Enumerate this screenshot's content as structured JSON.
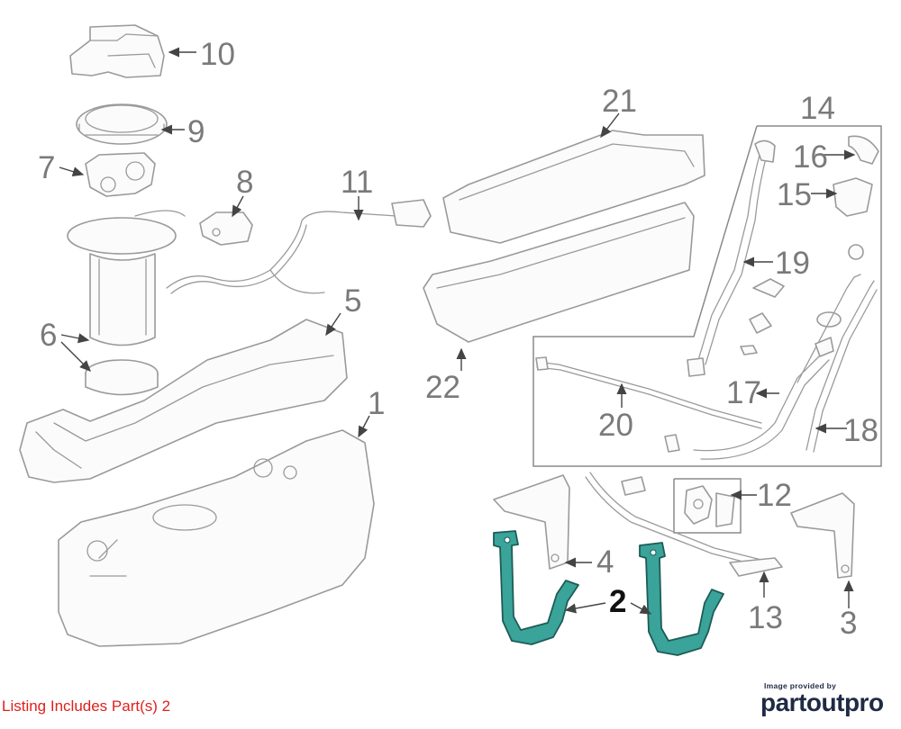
{
  "callouts": {
    "c1": "1",
    "c2": "2",
    "c3": "3",
    "c4": "4",
    "c5": "5",
    "c6": "6",
    "c7": "7",
    "c8": "8",
    "c9": "9",
    "c10": "10",
    "c11": "11",
    "c12": "12",
    "c13": "13",
    "c14": "14",
    "c15": "15",
    "c16": "16",
    "c17": "17",
    "c18": "18",
    "c19": "19",
    "c20": "20",
    "c21": "21",
    "c22": "22"
  },
  "footer": {
    "listing_text": "Listing Includes Part(s) 2",
    "provided_by": "Image provided by",
    "brand_name_a": "partout",
    "brand_name_b": "pro"
  },
  "colors": {
    "highlight_part": "#3aa39a",
    "listing_text": "#e0201c",
    "brand": "#1f2a44"
  }
}
